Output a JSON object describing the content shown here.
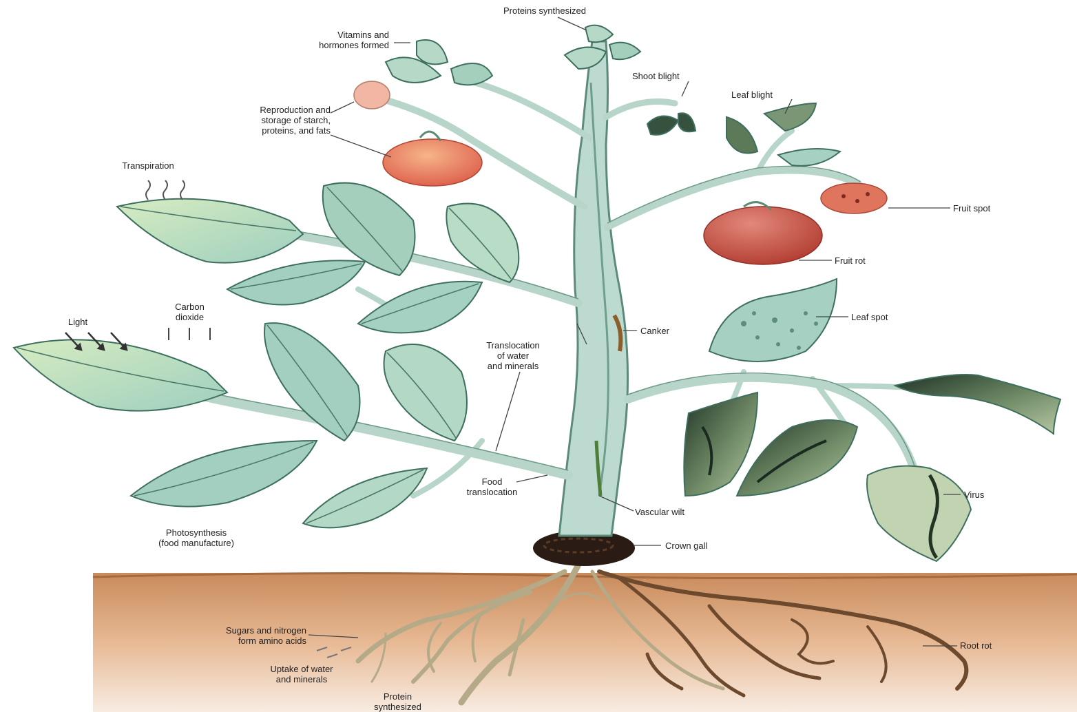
{
  "labels": {
    "protein_synth_top": "Proteins synthesized",
    "vitamins": "Vitamins and\nhormones formed",
    "reproduction": "Reproduction and\nstorage of starch,\nproteins, and fats",
    "transpiration": "Transpiration",
    "light": "Light",
    "carbon_dioxide": "Carbon\ndioxide",
    "translocation_water": "Translocation\nof water\nand minerals",
    "food_translocation": "Food\ntranslocation",
    "photosynthesis": "Photosynthesis\n(food manufacture)",
    "shoot_blight": "Shoot blight",
    "leaf_blight": "Leaf blight",
    "fruit_spot": "Fruit spot",
    "fruit_rot": "Fruit rot",
    "leaf_spot": "Leaf spot",
    "canker": "Canker",
    "vascular_wilt": "Vascular wilt",
    "virus": "Virus",
    "crown_gall": "Crown gall",
    "sugars_nitrogen": "Sugars and nitrogen\nform amino acids",
    "uptake": "Uptake of water\nand minerals",
    "protein_synth_bottom": "Protein\nsynthesized",
    "root_rot": "Root rot"
  },
  "colors": {
    "leaf_healthy": "#a9d3bf",
    "leaf_light": "#cfe6bd",
    "leaf_diseased": "#5f7b5a",
    "stem": "#bcdad0",
    "fruit": "#e4705a",
    "fruit_rot": "#c64a3c",
    "soil_top": "#c88b5c",
    "soil_bottom": "#f6e8dc",
    "crown_gall": "#2a1c14"
  }
}
